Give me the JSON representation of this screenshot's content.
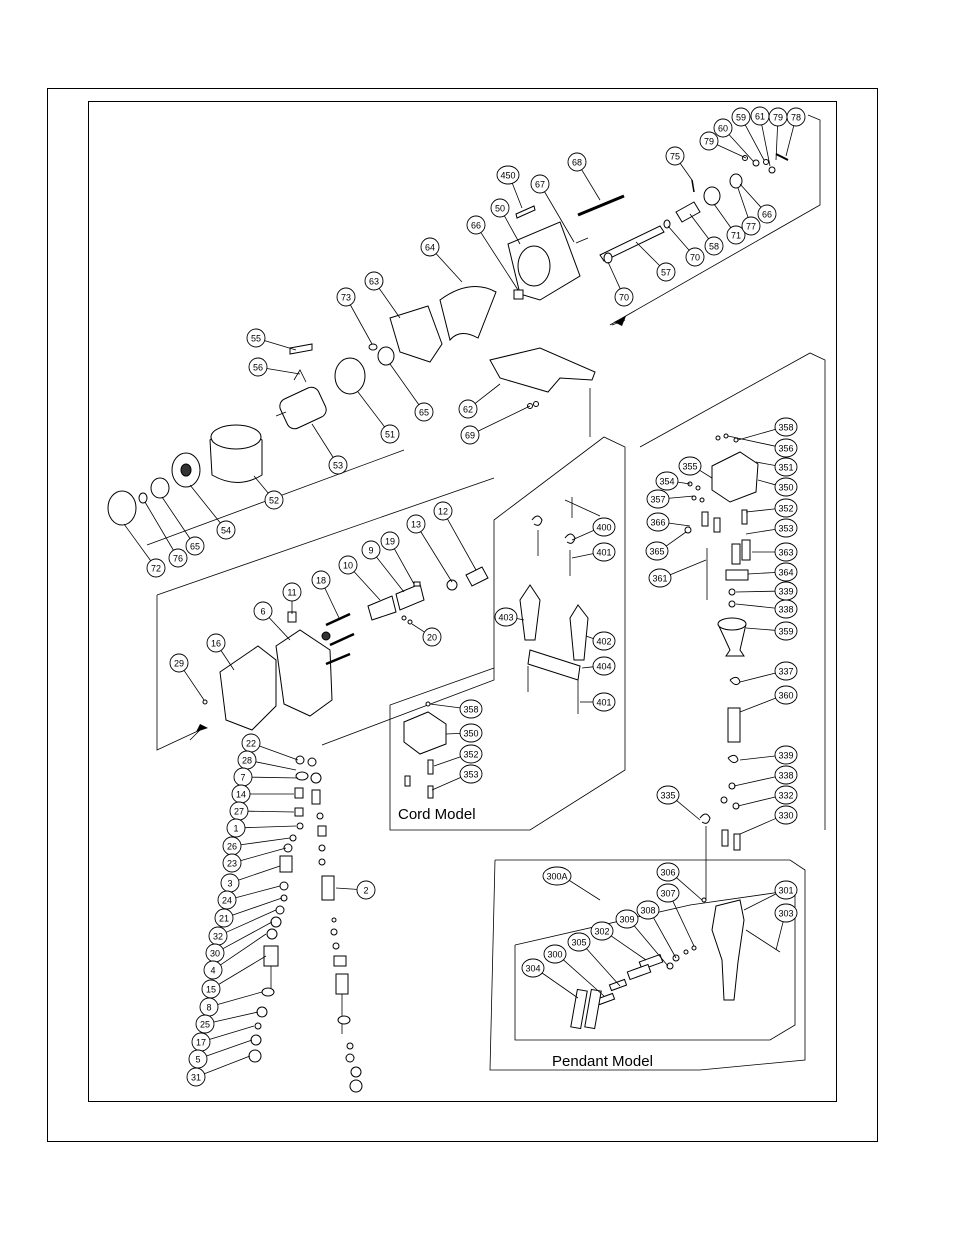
{
  "sections": {
    "cord": "Cord Model",
    "pendant": "Pendant Model"
  },
  "callouts": [
    {
      "id": "c-72",
      "text": "72"
    },
    {
      "id": "c-76",
      "text": "76"
    },
    {
      "id": "c-65a",
      "text": "65"
    },
    {
      "id": "c-54",
      "text": "54"
    },
    {
      "id": "c-52",
      "text": "52"
    },
    {
      "id": "c-53",
      "text": "53"
    },
    {
      "id": "c-55",
      "text": "55"
    },
    {
      "id": "c-56",
      "text": "56"
    },
    {
      "id": "c-51",
      "text": "51"
    },
    {
      "id": "c-65b",
      "text": "65"
    },
    {
      "id": "c-73",
      "text": "73"
    },
    {
      "id": "c-63",
      "text": "63"
    },
    {
      "id": "c-64",
      "text": "64"
    },
    {
      "id": "c-66a",
      "text": "66"
    },
    {
      "id": "c-50",
      "text": "50"
    },
    {
      "id": "c-450",
      "text": "450"
    },
    {
      "id": "c-67",
      "text": "67"
    },
    {
      "id": "c-68",
      "text": "68"
    },
    {
      "id": "c-62",
      "text": "62"
    },
    {
      "id": "c-69",
      "text": "69"
    },
    {
      "id": "c-57",
      "text": "57"
    },
    {
      "id": "c-70a",
      "text": "70"
    },
    {
      "id": "c-70b",
      "text": "70"
    },
    {
      "id": "c-58",
      "text": "58"
    },
    {
      "id": "c-71",
      "text": "71"
    },
    {
      "id": "c-77",
      "text": "77"
    },
    {
      "id": "c-66b",
      "text": "66"
    },
    {
      "id": "c-75",
      "text": "75"
    },
    {
      "id": "c-79a",
      "text": "79"
    },
    {
      "id": "c-60",
      "text": "60"
    },
    {
      "id": "c-59",
      "text": "59"
    },
    {
      "id": "c-61",
      "text": "61"
    },
    {
      "id": "c-79b",
      "text": "79"
    },
    {
      "id": "c-78",
      "text": "78"
    },
    {
      "id": "c-29",
      "text": "29"
    },
    {
      "id": "c-16",
      "text": "16"
    },
    {
      "id": "c-6",
      "text": "6"
    },
    {
      "id": "c-11",
      "text": "11"
    },
    {
      "id": "c-18",
      "text": "18"
    },
    {
      "id": "c-10",
      "text": "10"
    },
    {
      "id": "c-9",
      "text": "9"
    },
    {
      "id": "c-19",
      "text": "19"
    },
    {
      "id": "c-20",
      "text": "20"
    },
    {
      "id": "c-13",
      "text": "13"
    },
    {
      "id": "c-12",
      "text": "12"
    },
    {
      "id": "c-22",
      "text": "22"
    },
    {
      "id": "c-28",
      "text": "28"
    },
    {
      "id": "c-7",
      "text": "7"
    },
    {
      "id": "c-14",
      "text": "14"
    },
    {
      "id": "c-27",
      "text": "27"
    },
    {
      "id": "c-1",
      "text": "1"
    },
    {
      "id": "c-26",
      "text": "26"
    },
    {
      "id": "c-23",
      "text": "23"
    },
    {
      "id": "c-3",
      "text": "3"
    },
    {
      "id": "c-24",
      "text": "24"
    },
    {
      "id": "c-21",
      "text": "21"
    },
    {
      "id": "c-32",
      "text": "32"
    },
    {
      "id": "c-30",
      "text": "30"
    },
    {
      "id": "c-4",
      "text": "4"
    },
    {
      "id": "c-15",
      "text": "15"
    },
    {
      "id": "c-8",
      "text": "8"
    },
    {
      "id": "c-25",
      "text": "25"
    },
    {
      "id": "c-17",
      "text": "17"
    },
    {
      "id": "c-5",
      "text": "5"
    },
    {
      "id": "c-31",
      "text": "31"
    },
    {
      "id": "c-2",
      "text": "2"
    },
    {
      "id": "c-400",
      "text": "400"
    },
    {
      "id": "c-401a",
      "text": "401"
    },
    {
      "id": "c-403",
      "text": "403"
    },
    {
      "id": "c-402",
      "text": "402"
    },
    {
      "id": "c-404",
      "text": "404"
    },
    {
      "id": "c-401b",
      "text": "401"
    },
    {
      "id": "c-358a",
      "text": "358"
    },
    {
      "id": "c-350a",
      "text": "350"
    },
    {
      "id": "c-352a",
      "text": "352"
    },
    {
      "id": "c-353a",
      "text": "353"
    },
    {
      "id": "c-358b",
      "text": "358"
    },
    {
      "id": "c-356",
      "text": "356"
    },
    {
      "id": "c-351",
      "text": "351"
    },
    {
      "id": "c-355",
      "text": "355"
    },
    {
      "id": "c-350b",
      "text": "350"
    },
    {
      "id": "c-354",
      "text": "354"
    },
    {
      "id": "c-357",
      "text": "357"
    },
    {
      "id": "c-352b",
      "text": "352"
    },
    {
      "id": "c-366",
      "text": "366"
    },
    {
      "id": "c-353b",
      "text": "353"
    },
    {
      "id": "c-365",
      "text": "365"
    },
    {
      "id": "c-363",
      "text": "363"
    },
    {
      "id": "c-361",
      "text": "361"
    },
    {
      "id": "c-364",
      "text": "364"
    },
    {
      "id": "c-339a",
      "text": "339"
    },
    {
      "id": "c-338a",
      "text": "338"
    },
    {
      "id": "c-359",
      "text": "359"
    },
    {
      "id": "c-337",
      "text": "337"
    },
    {
      "id": "c-360",
      "text": "360"
    },
    {
      "id": "c-339b",
      "text": "339"
    },
    {
      "id": "c-338b",
      "text": "338"
    },
    {
      "id": "c-335",
      "text": "335"
    },
    {
      "id": "c-332",
      "text": "332"
    },
    {
      "id": "c-330",
      "text": "330"
    },
    {
      "id": "c-300A",
      "text": "300A"
    },
    {
      "id": "c-306",
      "text": "306"
    },
    {
      "id": "c-301",
      "text": "301"
    },
    {
      "id": "c-307",
      "text": "307"
    },
    {
      "id": "c-303",
      "text": "303"
    },
    {
      "id": "c-308",
      "text": "308"
    },
    {
      "id": "c-309",
      "text": "309"
    },
    {
      "id": "c-302",
      "text": "302"
    },
    {
      "id": "c-305",
      "text": "305"
    },
    {
      "id": "c-300",
      "text": "300"
    },
    {
      "id": "c-304",
      "text": "304"
    }
  ]
}
